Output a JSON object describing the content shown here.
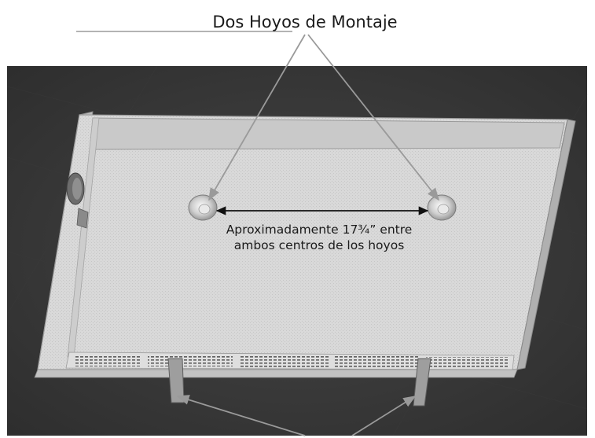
{
  "diagram": {
    "title": "Dos Hoyos de Montaje",
    "measurement_line1": "Aproximadamente 17¾” entre",
    "measurement_line2": "ambos centros de los hoyos"
  },
  "colors": {
    "background_dark": "#3a3a3a",
    "panel_face": "#d6d6d6",
    "panel_edge": "#b4b4b4",
    "pointer_arrow": "#9a9a9a",
    "dimension_arrow": "#111111",
    "text": "#1a1a1a"
  }
}
